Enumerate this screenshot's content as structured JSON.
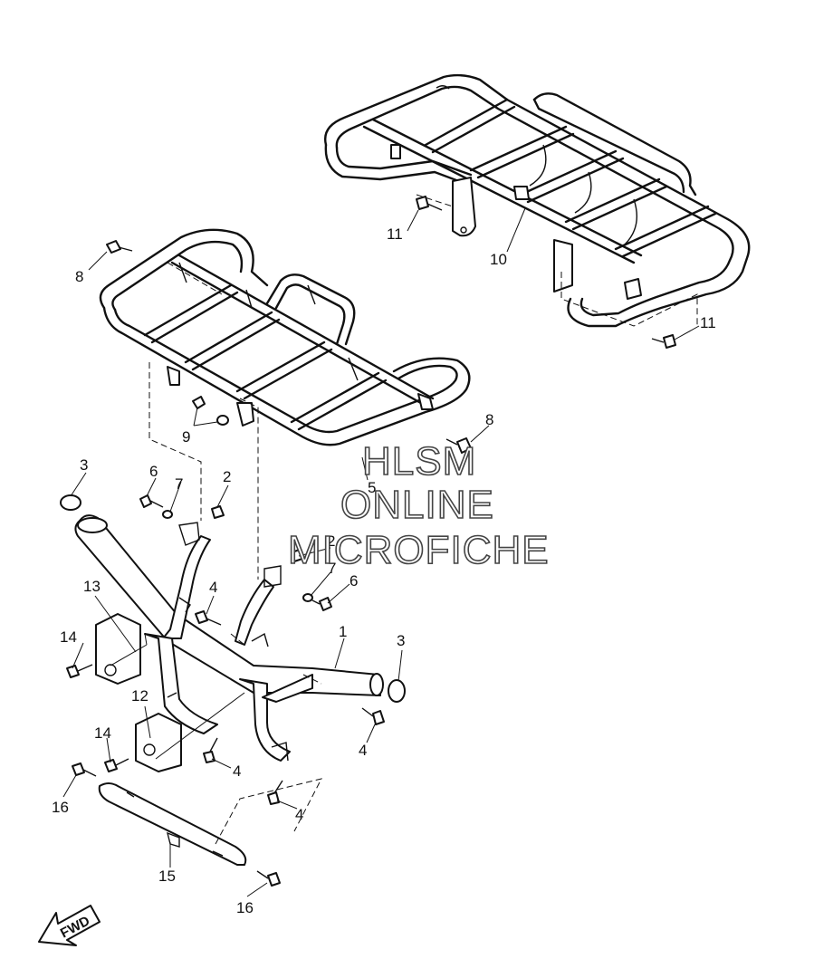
{
  "watermark": {
    "line1": "HLSM",
    "line2": "ONLINE",
    "line3": "MICROFICHE"
  },
  "direction_label": "FWD",
  "callouts": {
    "c1": "1",
    "c2a": "2",
    "c2b": "2",
    "c3a": "3",
    "c3b": "3",
    "c4a": "4",
    "c4b": "4",
    "c4c": "4",
    "c4d": "4",
    "c4e": "4",
    "c5": "5",
    "c6a": "6",
    "c6b": "6",
    "c7a": "7",
    "c7b": "7",
    "c8a": "8",
    "c8b": "8",
    "c9": "9",
    "c10": "10",
    "c11a": "11",
    "c11b": "11",
    "c12": "12",
    "c13": "13",
    "c14a": "14",
    "c14b": "14",
    "c15": "15",
    "c16a": "16",
    "c16b": "16"
  },
  "icons": {
    "fwd_arrow": "arrow-down-left-icon",
    "bolt": "bolt-icon",
    "nut": "nut-icon",
    "washer": "washer-icon",
    "cap": "cap-icon"
  }
}
